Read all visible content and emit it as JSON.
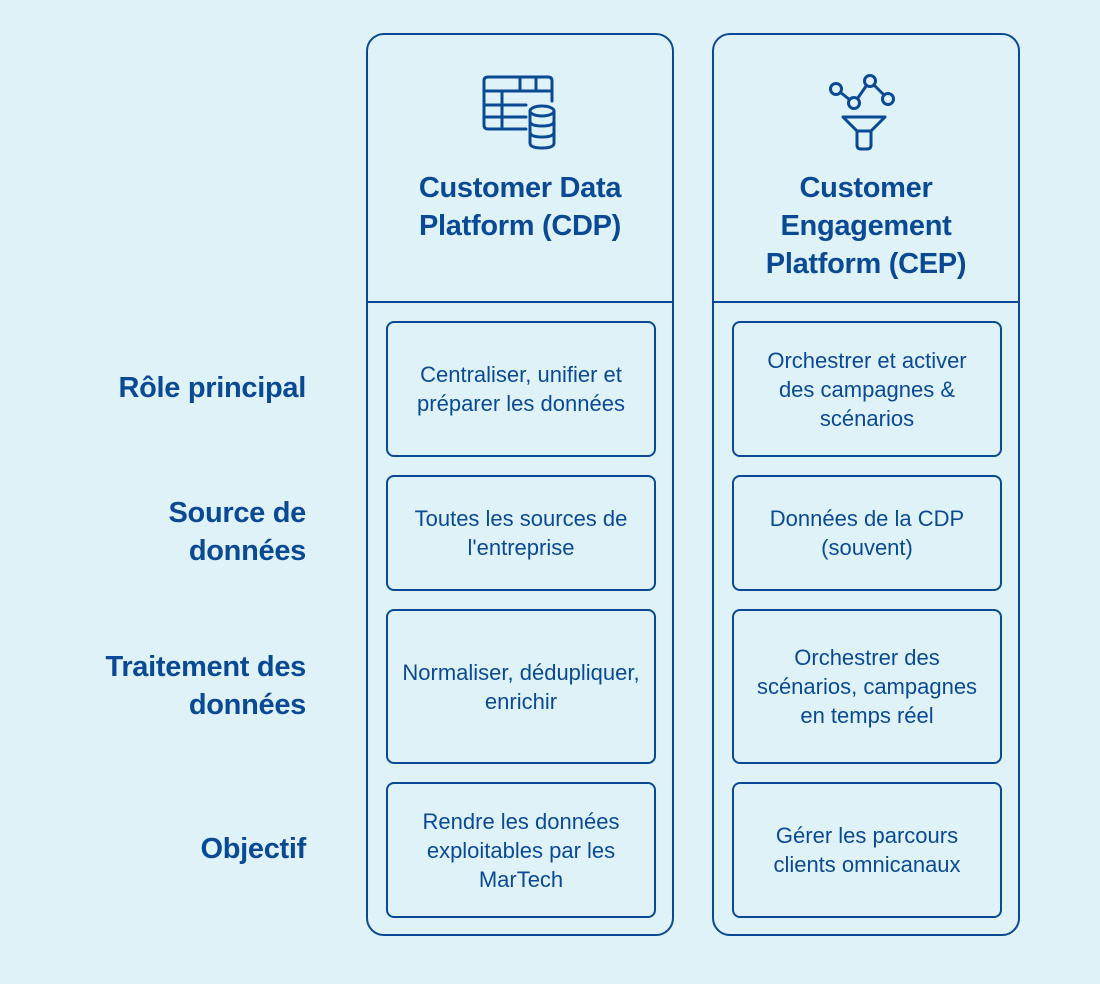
{
  "row_labels": [
    "Rôle principal",
    "Source de données",
    "Traitement des données",
    "Objectif"
  ],
  "columns": [
    {
      "title": "Customer Data Platform (CDP)",
      "icon": "table-database-icon",
      "cells": [
        "Centraliser, unifier et préparer les données",
        "Toutes les sources de l'entreprise",
        "Normaliser, dédupliquer, enrichir",
        "Rendre les données exploitables par les MarTech"
      ]
    },
    {
      "title": "Customer Engagement Platform (CEP)",
      "icon": "network-funnel-icon",
      "cells": [
        "Orchestrer et activer des campagnes & scénarios",
        "Données de la CDP (souvent)",
        "Orchestrer des scénarios, campagnes en temps réel",
        "Gérer les parcours clients omnicanaux"
      ]
    }
  ],
  "colors": {
    "primary": "#0a4a94",
    "background": "#dff2f8"
  }
}
